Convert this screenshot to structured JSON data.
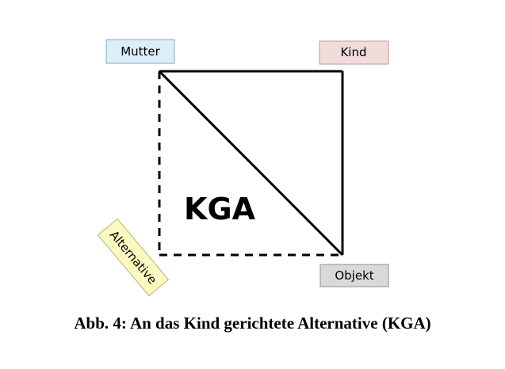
{
  "diagram": {
    "nodes": {
      "mother": {
        "label": "Mutter",
        "fill": "#dceef8",
        "stroke": "#8aa7bd"
      },
      "child": {
        "label": "Kind",
        "fill": "#f1dcdc",
        "stroke": "#b99a9a"
      },
      "object": {
        "label": "Objekt",
        "fill": "#d9d9d9",
        "stroke": "#8f8f8f"
      },
      "alternative": {
        "label": "Alternative",
        "fill": "#fafac0",
        "stroke": "#b3b37a"
      }
    },
    "center_label": "KGA",
    "edges": [
      {
        "from": "mother",
        "to": "child",
        "style": "solid"
      },
      {
        "from": "child",
        "to": "object",
        "style": "solid"
      },
      {
        "from": "mother",
        "to": "object",
        "style": "solid"
      },
      {
        "from": "mother",
        "to": "alternative",
        "style": "dashed"
      },
      {
        "from": "alternative",
        "to": "object",
        "style": "dashed"
      }
    ],
    "line_color": "#000000"
  },
  "caption": "Abb. 4: An das Kind gerichtete Alternative (KGA)"
}
